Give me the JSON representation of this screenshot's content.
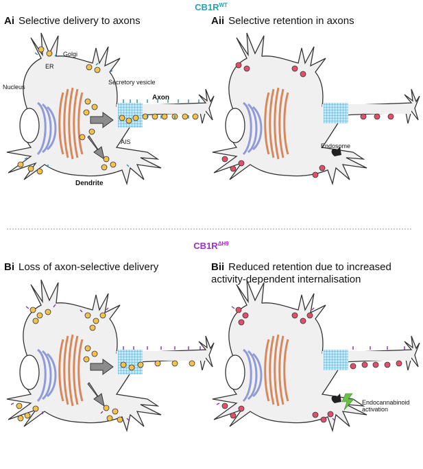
{
  "headings": {
    "wt": {
      "text": "CB1R",
      "sup": "WT",
      "color": "#2a9fb0"
    },
    "dh9": {
      "text": "CB1R",
      "sup": "ΔH9",
      "color": "#9b2fc9"
    }
  },
  "panels": {
    "ai": {
      "id": "Ai",
      "title": "Selective delivery to axons"
    },
    "aii": {
      "id": "Aii",
      "title": "Selective retention in axons"
    },
    "bi": {
      "id": "Bi",
      "title": "Loss of axon-selective delivery"
    },
    "bii": {
      "id": "Bii",
      "title_line1": "Reduced retention due to increased",
      "title_line2": "activity-dependent internalisation"
    }
  },
  "labels": {
    "golgi": "Golgi",
    "er": "ER",
    "nucleus": "Nucleus",
    "secretory_vesicle": "Secretory vesicle",
    "axon": "Axon",
    "ais": "AIS",
    "dendrite": "Dendrite",
    "endosome": "Endosome",
    "endocannabinoid_line1": "Endocannabinoid",
    "endocannabinoid_line2": "activation"
  },
  "colors": {
    "cell_fill": "#f0f0f0",
    "cell_stroke": "#333333",
    "er": "#a9b3e0",
    "golgi": "#e59a6b",
    "vesicle_yellow": "#f2c14e",
    "vesicle_red": "#e0506a",
    "receptor_wt": "#2a8aa0",
    "receptor_dh9": "#8a2bb8",
    "ais_mesh": "#3a9fc8",
    "arrow_gray": "#8c8c8c",
    "lightning": "#6cc04a"
  }
}
